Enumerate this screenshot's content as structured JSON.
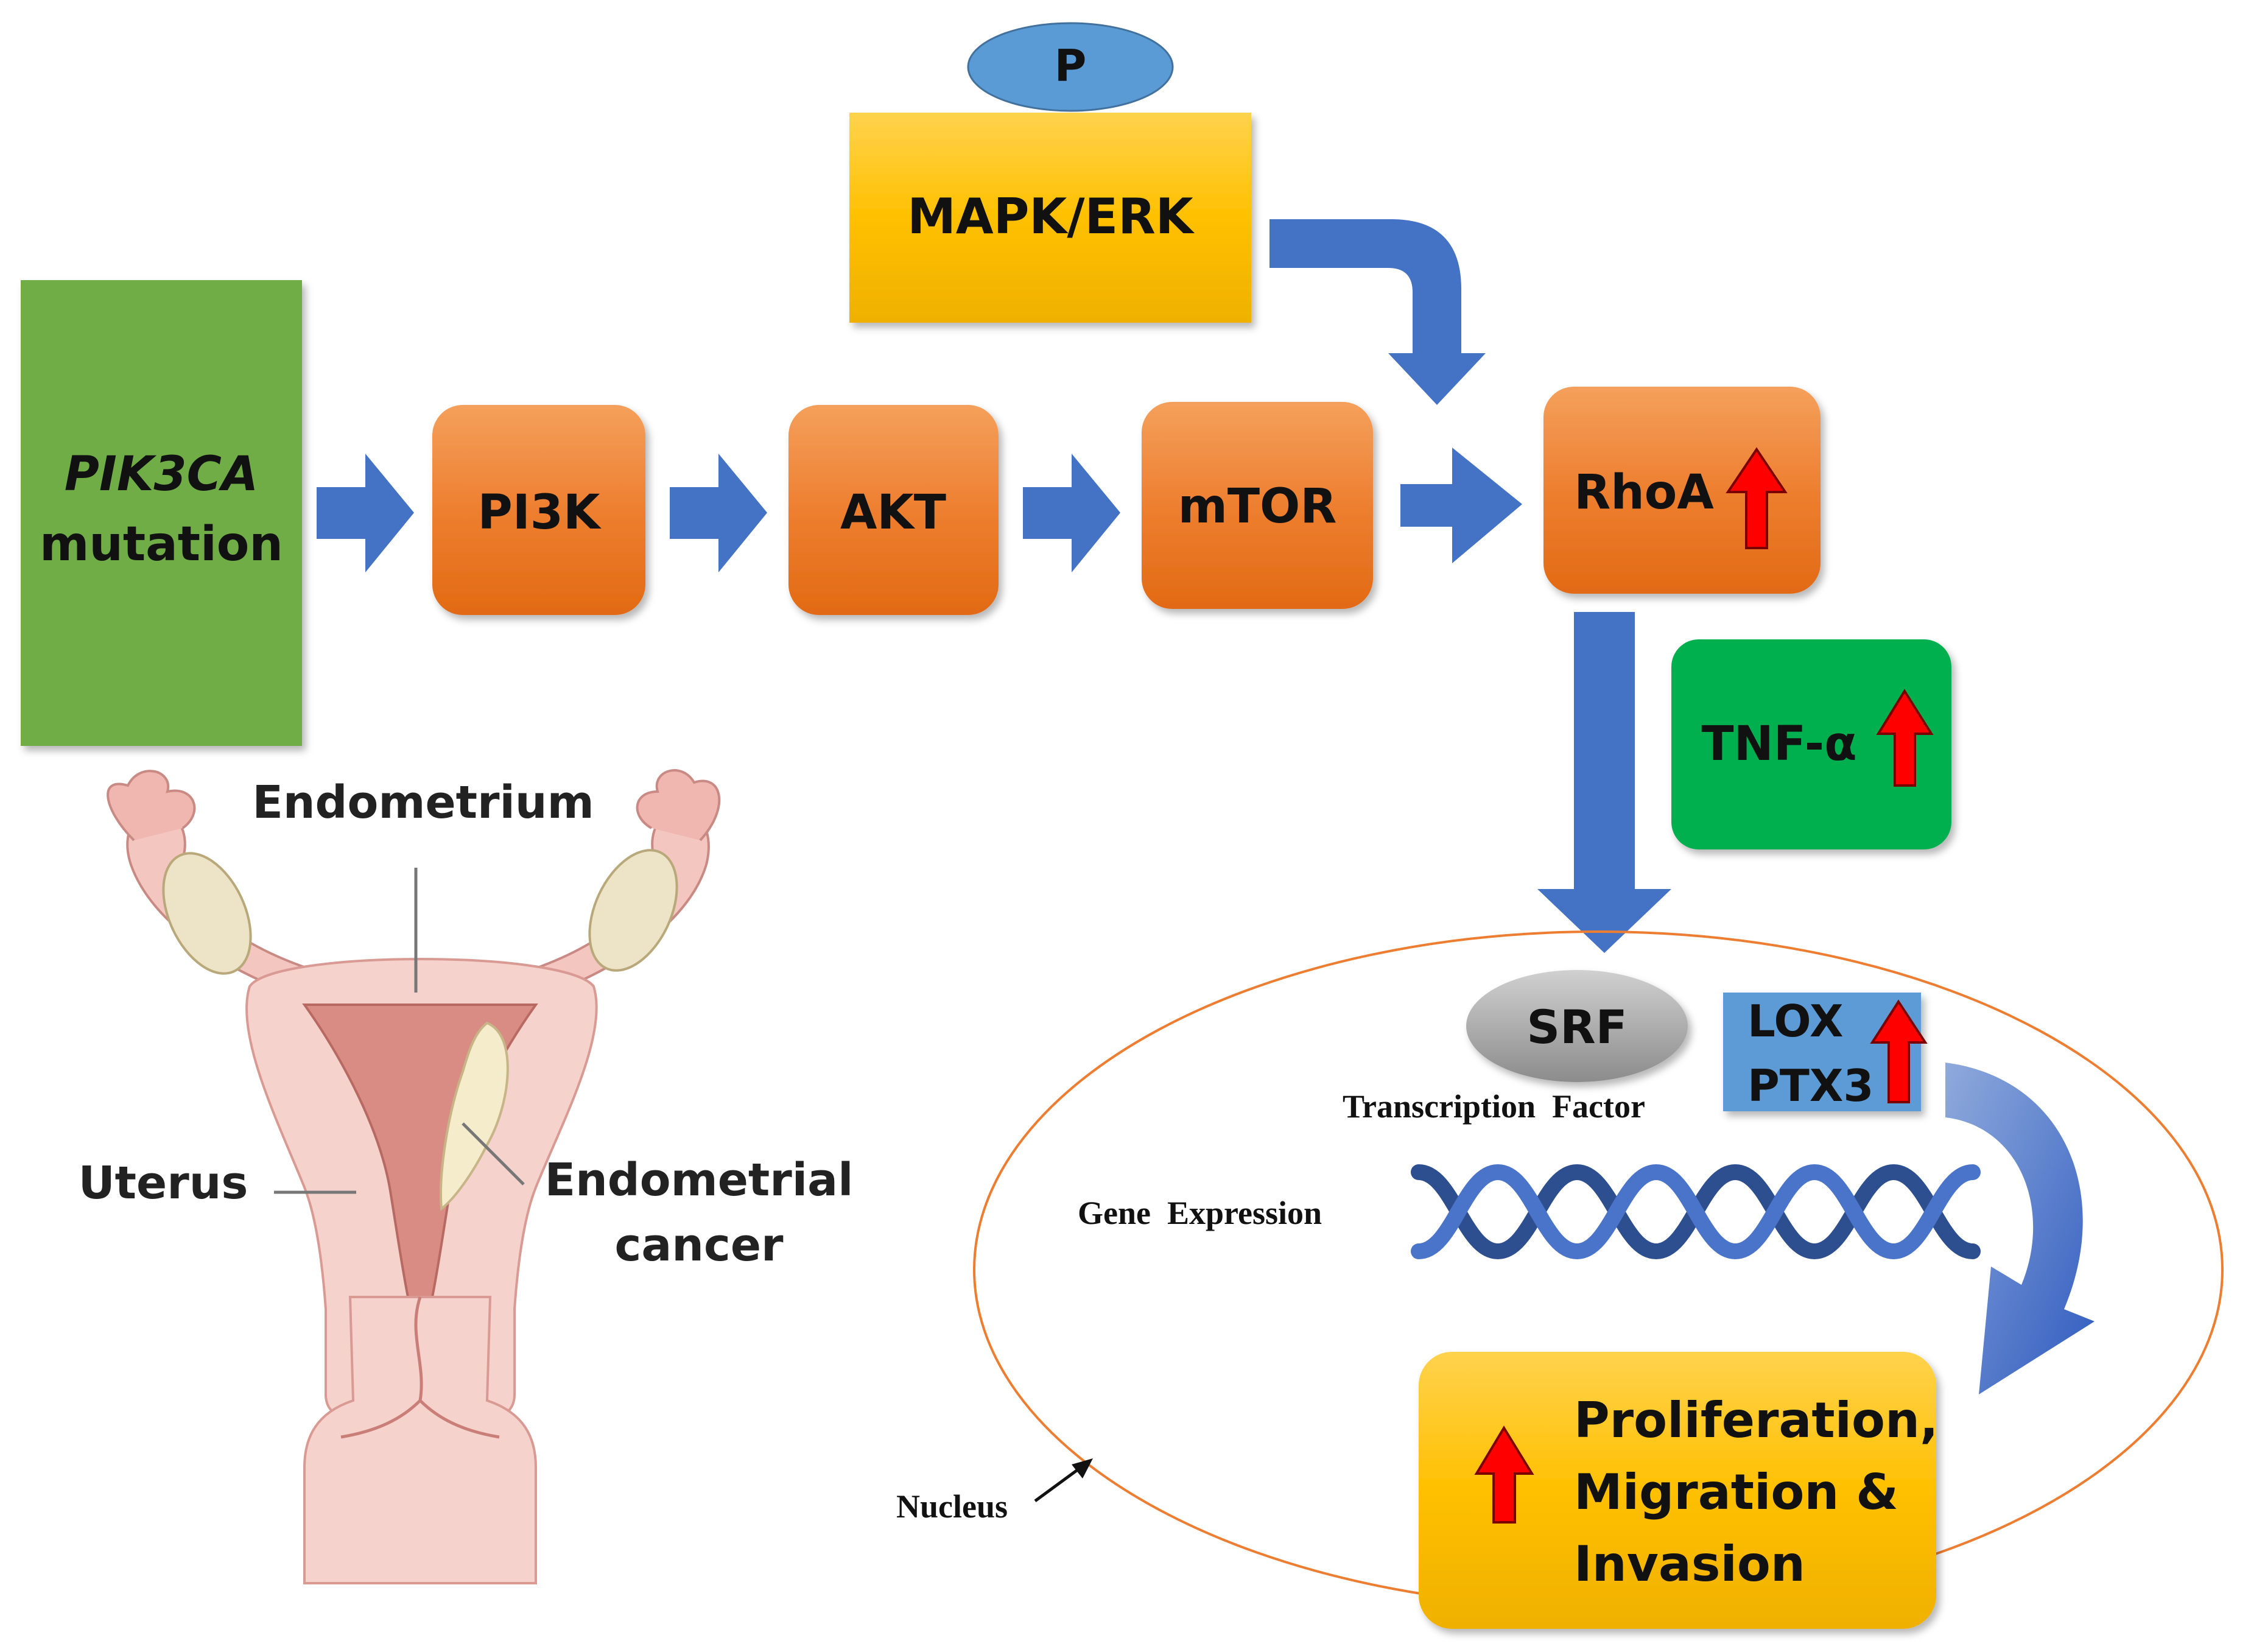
{
  "pathway": {
    "mutation_gene": "PIK3CA",
    "mutation_word": "mutation",
    "pi3k": "PI3K",
    "akt": "AKT",
    "mtor": "mTOR",
    "rhoa": "RhoA",
    "mapk": "MAPK/ERK",
    "phospho": "P",
    "tnf": "TNF-α"
  },
  "nucleus": {
    "srf": "SRF",
    "transcription_factor": "Transcription  Factor",
    "lox": "LOX",
    "ptx3": "PTX3",
    "gene_expression": "Gene  Expression",
    "outcome_line1": "Proliferation,",
    "outcome_line2": "Migration &",
    "outcome_line3": "Invasion",
    "nucleus_label": "Nucleus"
  },
  "anatomy": {
    "endometrium": "Endometrium",
    "uterus": "Uterus",
    "endometrial": "Endometrial",
    "cancer": "cancer"
  },
  "colors": {
    "green_box": "#70ad47",
    "orange_box": "#ed7d31",
    "yellow_box": "#ffc000",
    "blue_arrow": "#4472c4",
    "red_arrow": "#ff0000",
    "tnf_box": "#00b050",
    "lox_box": "#5b9bd5",
    "srf_ellipse": "#a6a6a6",
    "nucleus_outline": "#ed7d31",
    "phospho_ellipse": "#5b9bd5"
  }
}
